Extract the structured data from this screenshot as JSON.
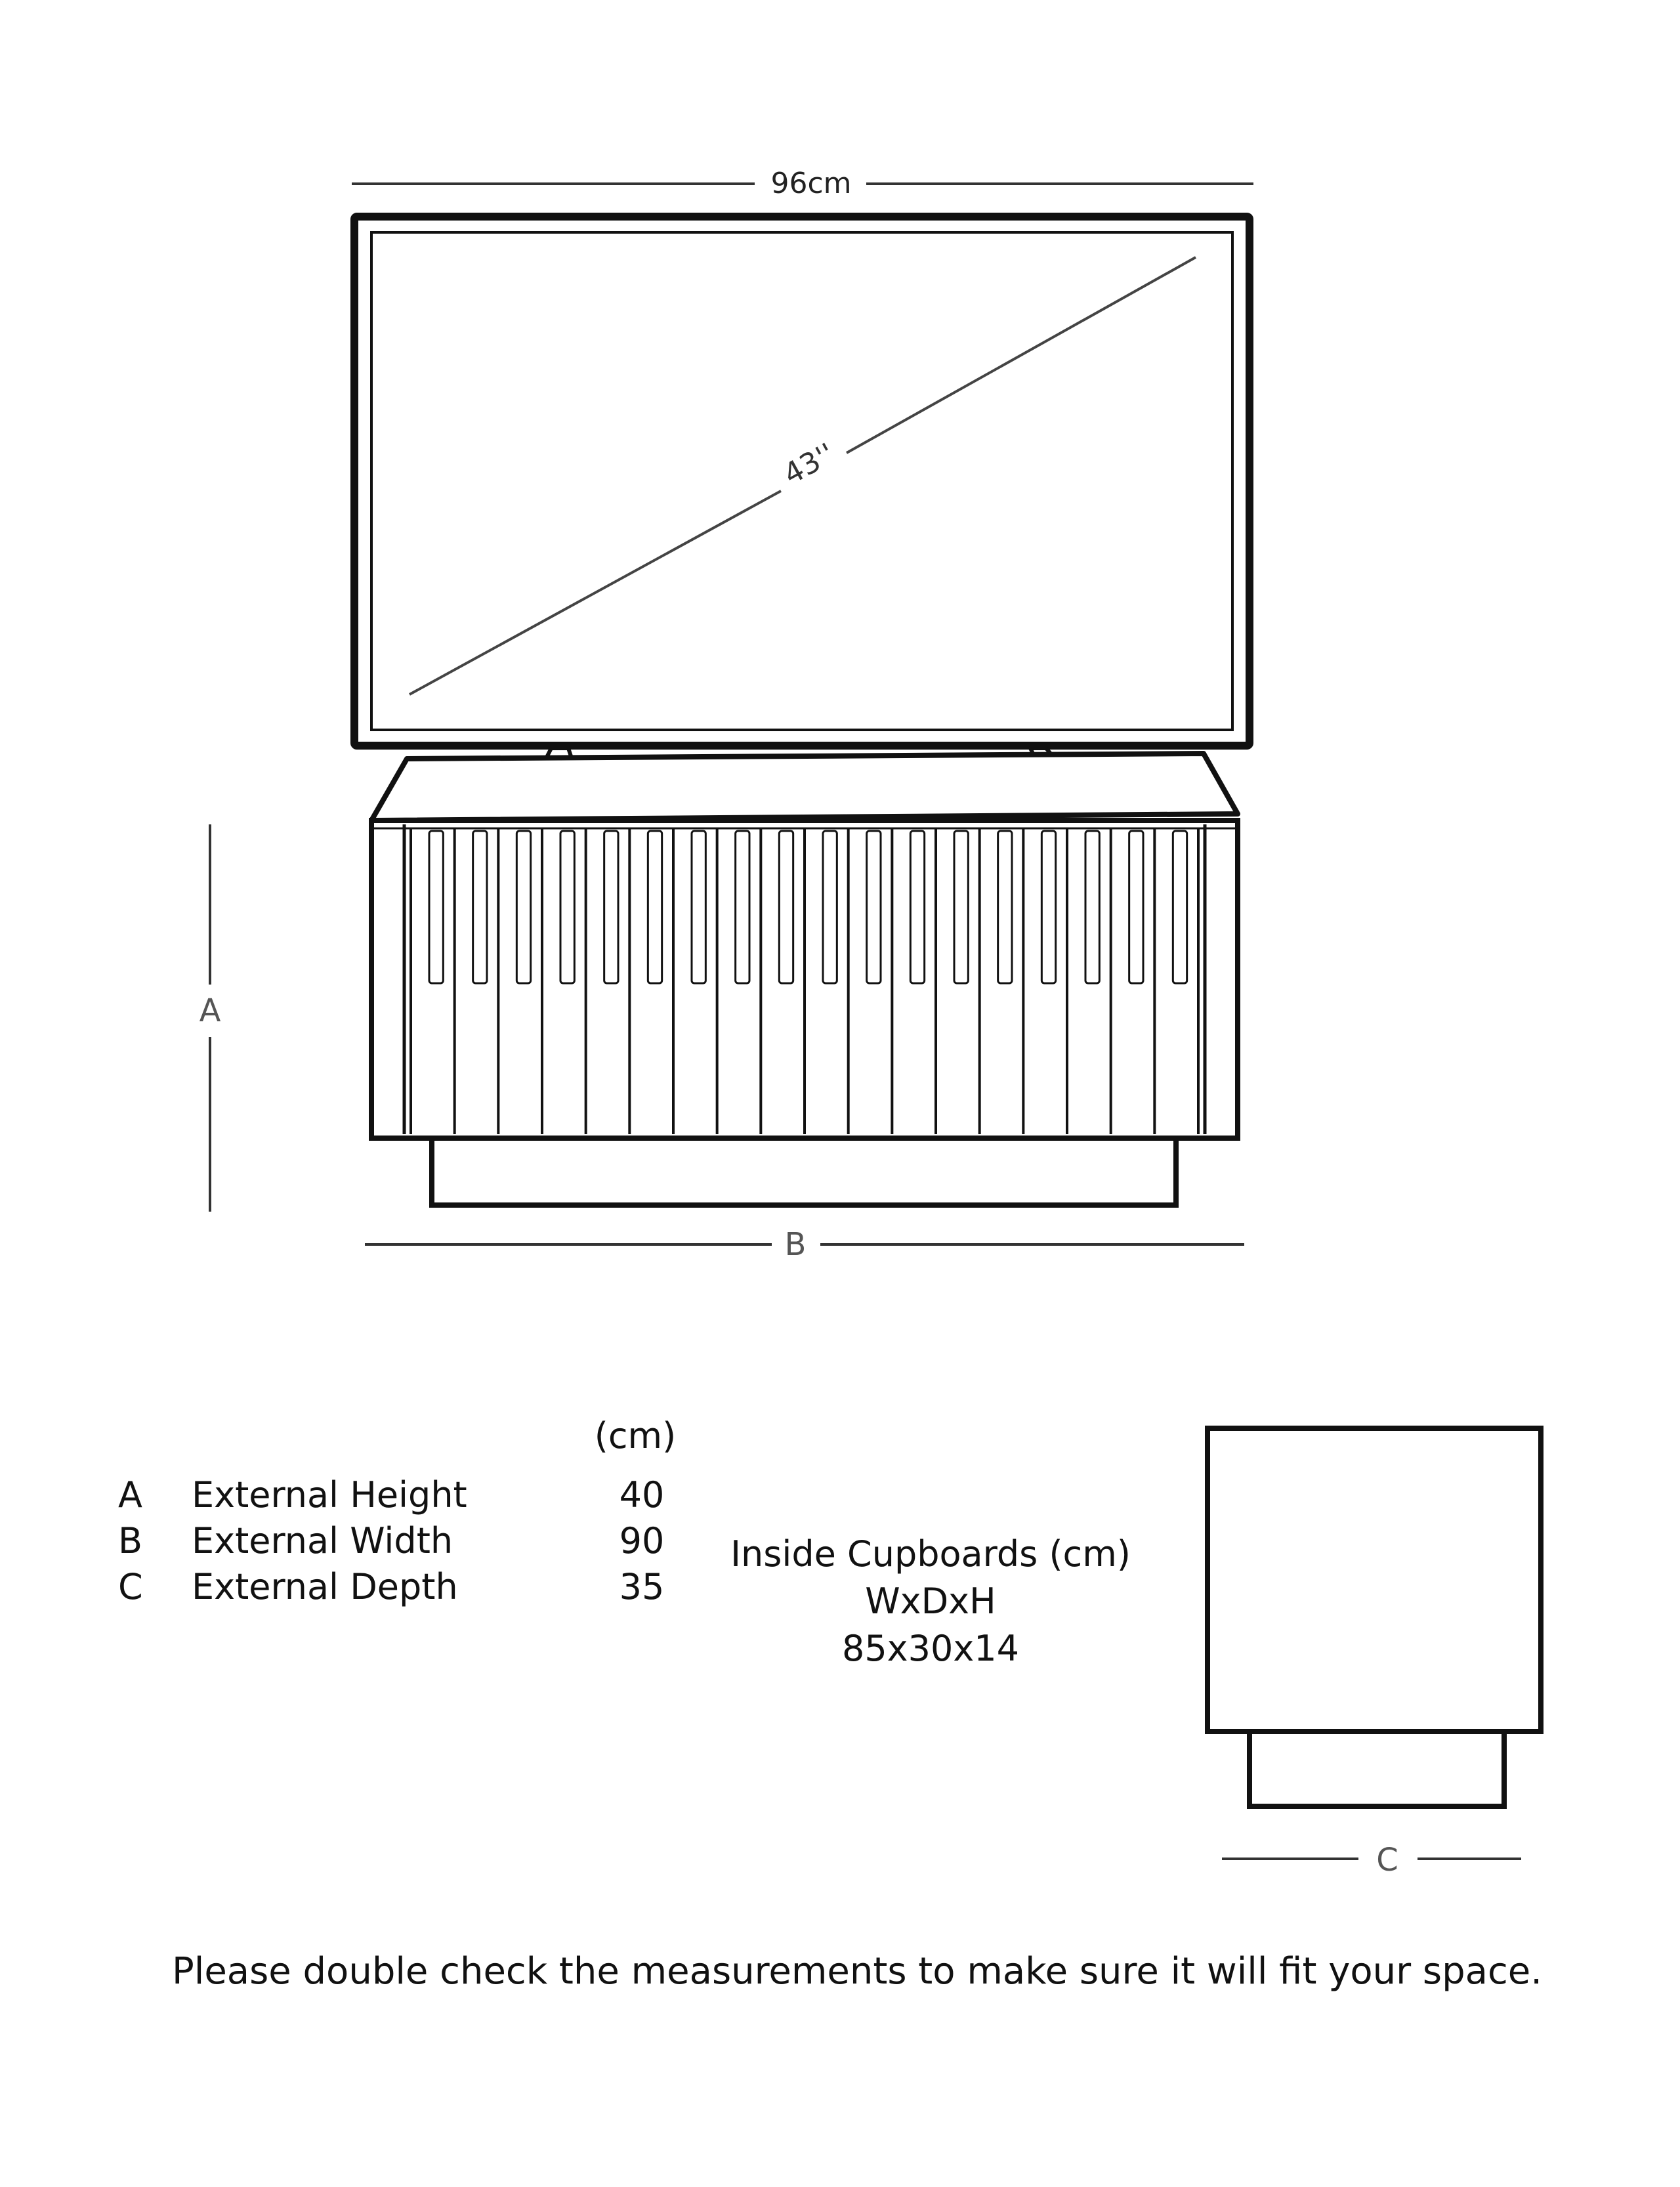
{
  "tv": {
    "width_label": "96cm",
    "diagonal_label": "43''"
  },
  "unit_dimensions": {
    "height_label": "A",
    "width_label": "B",
    "depth_label": "C"
  },
  "specs": {
    "unit_header": "(cm)",
    "rows": [
      {
        "letter": "A",
        "name": "External Height",
        "value": "40"
      },
      {
        "letter": "B",
        "name": "External Width",
        "value": "90"
      },
      {
        "letter": "C",
        "name": "External Depth",
        "value": "35"
      }
    ]
  },
  "inside_cupboards": {
    "title": "Inside Cupboards (cm)",
    "format": "WxDxH",
    "values": "85x30x14"
  },
  "footnote": "Please double check the measurements to make sure it will fit your space."
}
